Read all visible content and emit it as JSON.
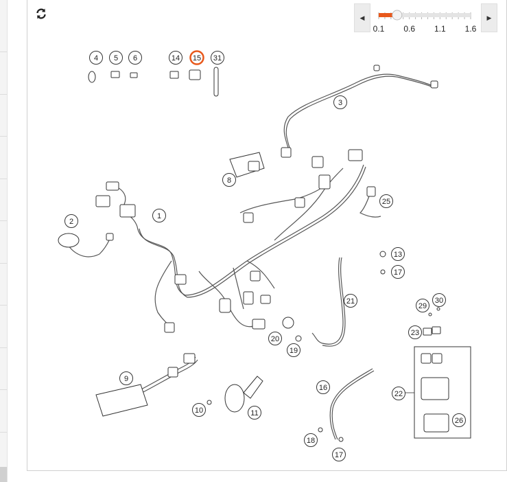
{
  "zoom": {
    "level": 0.4,
    "min": 0.1,
    "max": 1.6,
    "ticks": [
      "0.1",
      "0.6",
      "1.1",
      "1.6"
    ],
    "accent_color": "#e8581b"
  },
  "icons": {
    "reset": "refresh-icon",
    "prev": "caret-left-icon",
    "next": "caret-right-icon"
  },
  "callouts": [
    "4",
    "5",
    "6",
    "14",
    "15",
    "31",
    "3",
    "8",
    "25",
    "2",
    "1",
    "13",
    "17",
    "21",
    "29",
    "30",
    "23",
    "20",
    "19",
    "9",
    "22",
    "16",
    "26",
    "10",
    "11",
    "18",
    "17"
  ],
  "highlight_color": "#e8581b"
}
